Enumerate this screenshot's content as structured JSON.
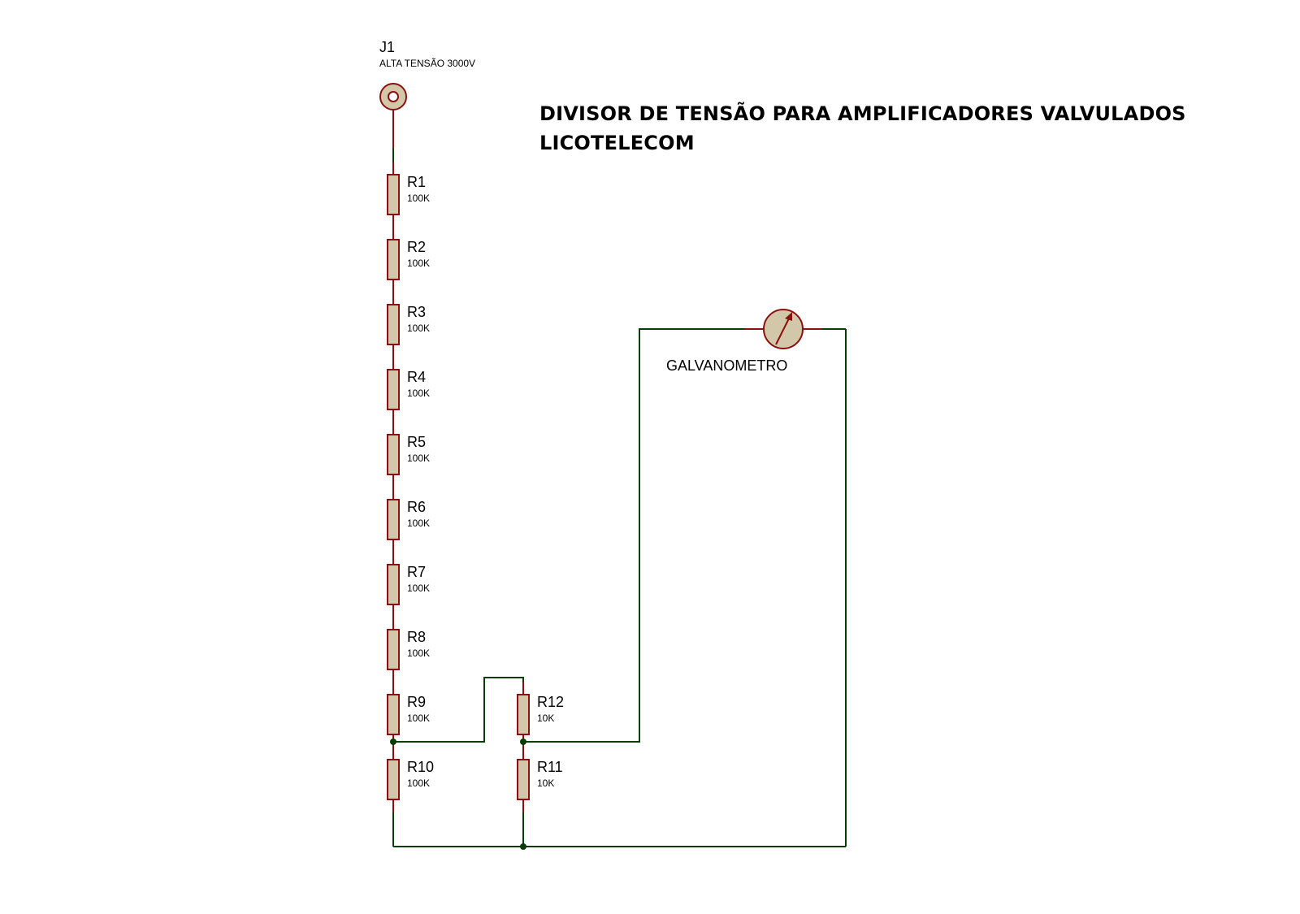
{
  "title": {
    "line1": "DIVISOR DE TENSÃO PARA AMPLIFICADORES VALVULADOS",
    "line2": "LICOTELECOM"
  },
  "connector": {
    "ref": "J1",
    "value": "ALTA TENSÃO 3000V"
  },
  "resistors": [
    {
      "ref": "R1",
      "value": "100K"
    },
    {
      "ref": "R2",
      "value": "100K"
    },
    {
      "ref": "R3",
      "value": "100K"
    },
    {
      "ref": "R4",
      "value": "100K"
    },
    {
      "ref": "R5",
      "value": "100K"
    },
    {
      "ref": "R6",
      "value": "100K"
    },
    {
      "ref": "R7",
      "value": "100K"
    },
    {
      "ref": "R8",
      "value": "100K"
    },
    {
      "ref": "R9",
      "value": "100K"
    },
    {
      "ref": "R10",
      "value": "100K"
    },
    {
      "ref": "R11",
      "value": "10K"
    },
    {
      "ref": "R12",
      "value": "10K"
    }
  ],
  "meter": {
    "label": "GALVANOMETRO"
  },
  "colors": {
    "wire": "#0b3d0b",
    "lead": "#8b1010",
    "component_body": "#d2c7a8",
    "text": "#000000",
    "background": "#ffffff"
  }
}
